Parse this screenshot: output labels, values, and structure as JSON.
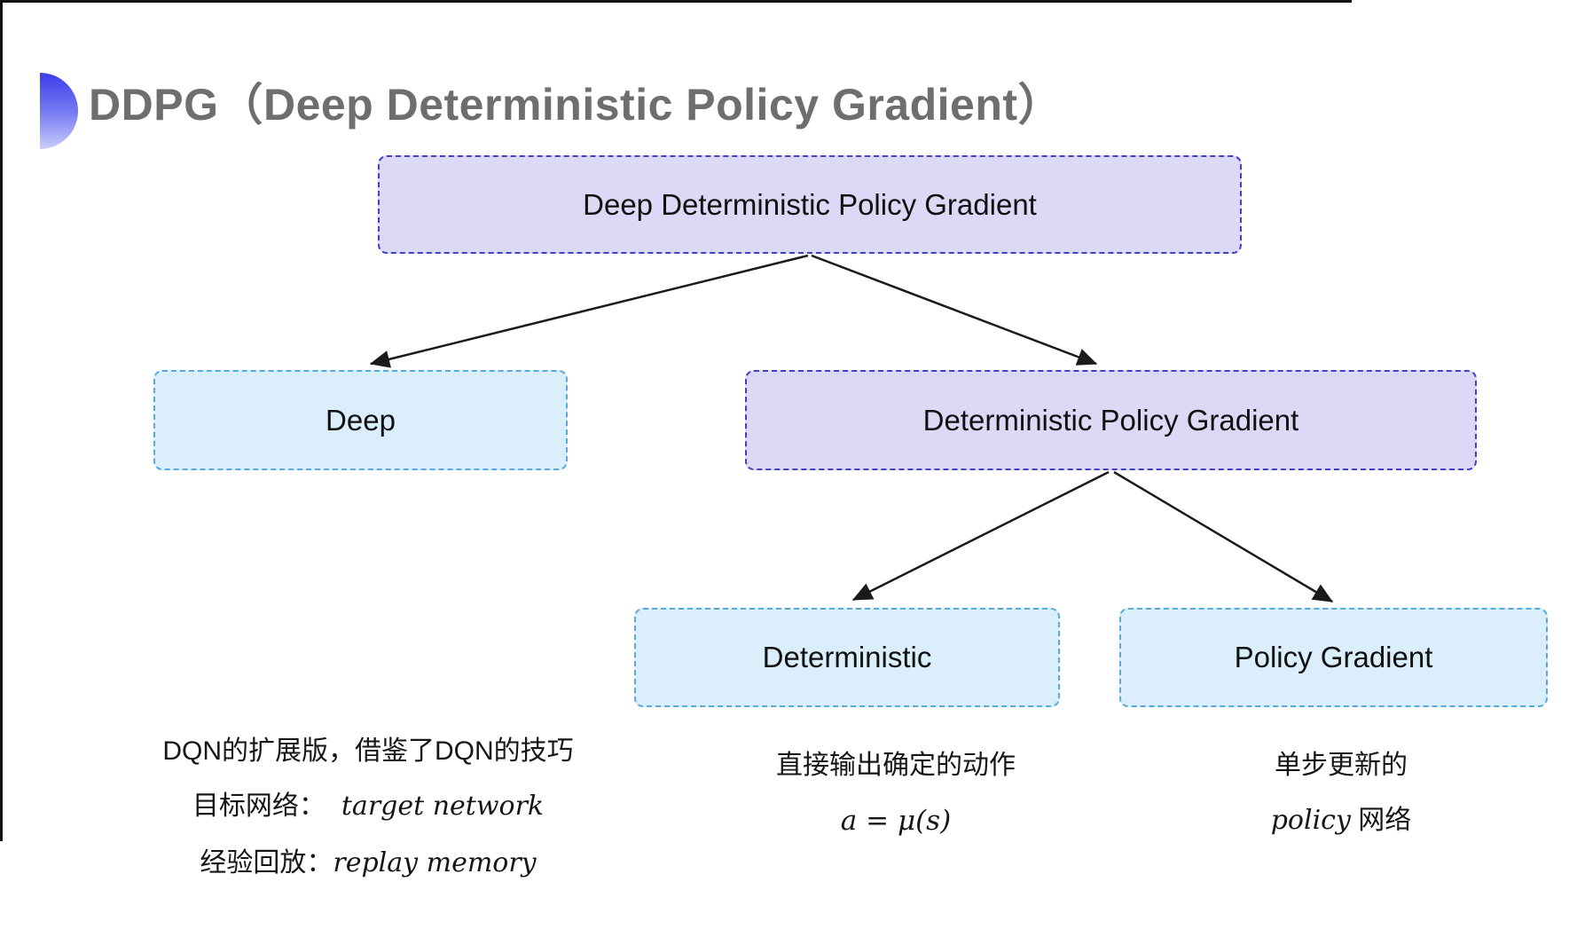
{
  "title": "DDPG（Deep Deterministic Policy Gradient）",
  "tree": {
    "root": {
      "label": "Deep Deterministic Policy Gradient",
      "variant": "purple"
    },
    "level2": [
      {
        "label": "Deep",
        "variant": "cyan"
      },
      {
        "label": "Deterministic Policy Gradient",
        "variant": "purple"
      }
    ],
    "level3": [
      {
        "label": "Deterministic",
        "variant": "cyan"
      },
      {
        "label": "Policy Gradient",
        "variant": "cyan"
      }
    ]
  },
  "notes": {
    "left": {
      "line1": "DQN的扩展版，借鉴了DQN的技巧",
      "line2_zh": "目标网络：",
      "line2_en": "target network",
      "line3_zh": "经验回放：",
      "line3_en": "replay memory"
    },
    "middle": {
      "line1": "直接输出确定的动作",
      "formula": "a = μ(s)"
    },
    "right": {
      "line1": "单步更新的",
      "line2_en": "policy",
      "line2_zh": " 网络"
    }
  },
  "colors": {
    "purple_fill": "#dcd9f7",
    "purple_border": "#4440c4",
    "cyan_fill": "#daeefb",
    "cyan_border": "#57aade",
    "title_gray": "#6e6e6e",
    "arrow": "#1a1a1a",
    "bullet_gradient_top": "#3c3cec",
    "bullet_gradient_bottom": "#c9cdf9"
  }
}
